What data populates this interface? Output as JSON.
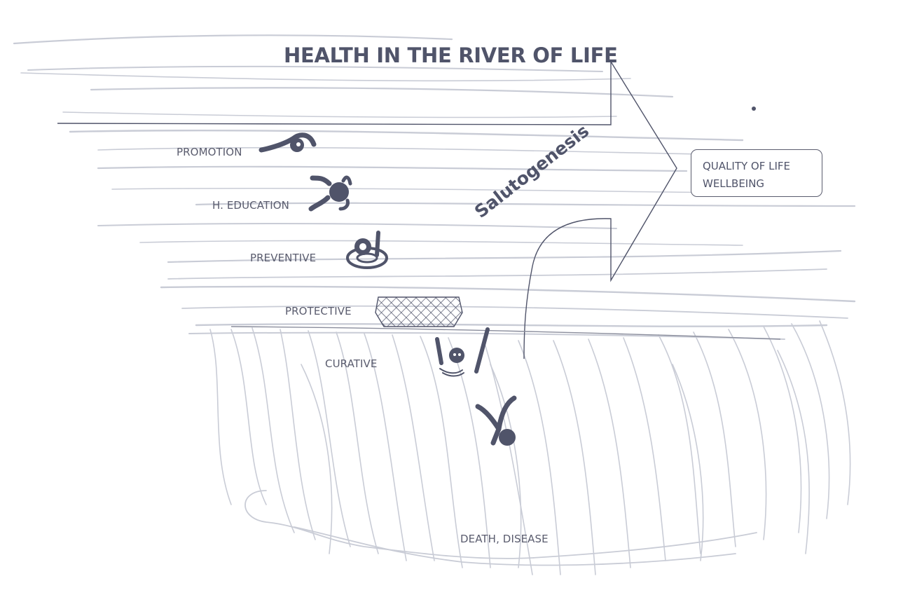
{
  "title": "HEALTH IN THE RIVER OF LIFE",
  "arrow_label": "Salutogenesis",
  "outcome_box": {
    "line1": "QUALITY OF LIFE",
    "line2": "WELLBEING"
  },
  "stages": {
    "promotion": "PROMOTION",
    "education": "H. EDUCATION",
    "preventive": "PREVENTIVE",
    "protective": "PROTECTIVE",
    "curative": "CURATIVE"
  },
  "bottom_label": "DEATH, DISEASE",
  "colors": {
    "ink": "#50546a",
    "label": "#5a5c6e",
    "water": "#c8cbd6"
  },
  "icons": [
    "swimmer-icon",
    "struggling-swimmer-icon",
    "lifebuoy-swimmer-icon",
    "safety-net-icon",
    "drowning-person-icon",
    "falling-person-icon"
  ]
}
